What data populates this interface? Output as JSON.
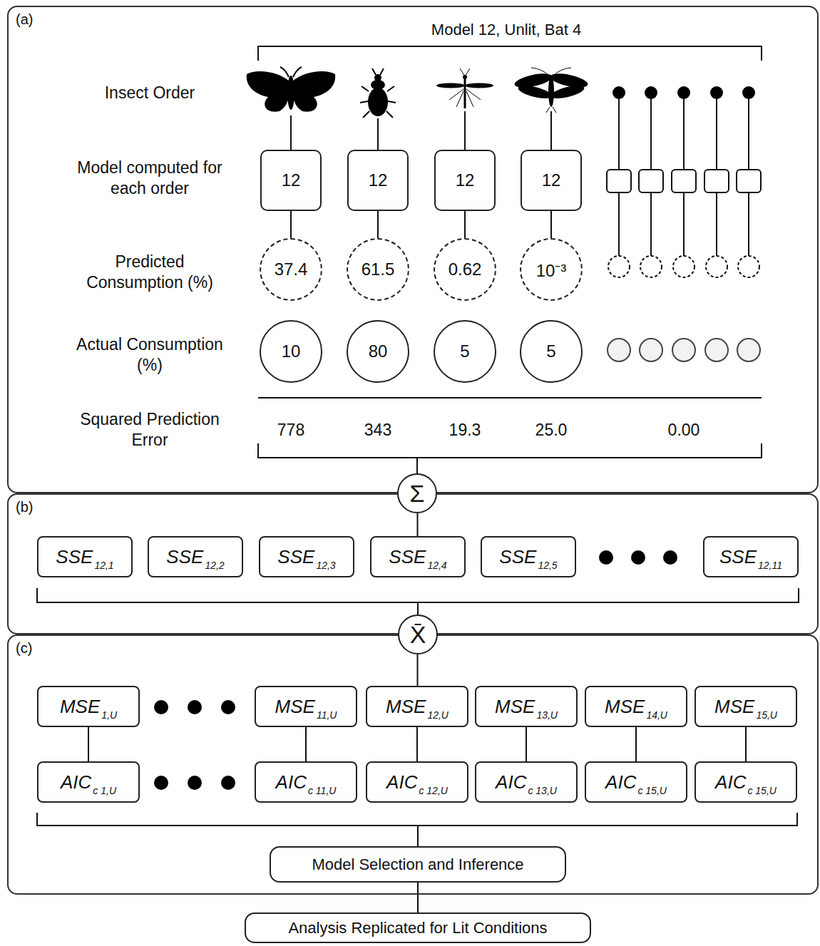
{
  "diagram": {
    "nodes": [
      {
        "text": [
          "(a)"
        ]
      },
      {
        "text": [
          "12"
        ],
        "in": 0
      },
      {
        "text": [
          "12"
        ],
        "in": 0
      },
      {
        "text": [
          "12"
        ],
        "in": 0
      },
      {
        "text": [
          "12"
        ],
        "in": 0
      },
      {
        "text": [
          "37.4"
        ],
        "in": 0
      },
      {
        "text": [
          "61.5"
        ],
        "in": 0
      },
      {
        "text": [
          "0.62"
        ],
        "in": 0
      },
      {
        "text": [
          "10⁻³"
        ],
        "in": 0
      },
      {
        "text": [
          "10"
        ],
        "in": 0
      },
      {
        "text": [
          "80"
        ],
        "in": 0
      },
      {
        "text": [
          "5"
        ],
        "in": 0
      },
      {
        "text": [
          "5"
        ],
        "in": 0
      },
      {
        "text": [
          "Σ"
        ]
      },
      {
        "text": [
          "(b)"
        ]
      },
      {
        "text": [
          "SSE",
          "12,1"
        ],
        "in": 14
      },
      {
        "text": [
          "SSE",
          "12,2"
        ],
        "in": 14
      },
      {
        "text": [
          "SSE",
          "12,3"
        ],
        "in": 14
      },
      {
        "text": [
          "SSE",
          "12,4"
        ],
        "in": 14
      },
      {
        "text": [
          "SSE",
          "12,5"
        ],
        "in": 14
      },
      {
        "text": [
          "SSE",
          "12,11"
        ],
        "in": 14
      },
      {
        "text": [
          "X̄"
        ]
      },
      {
        "text": [
          "(c)"
        ]
      },
      {
        "text": [
          "MSE",
          "1,U"
        ],
        "in": 22
      },
      {
        "text": [
          "MSE",
          "11,U"
        ],
        "in": 22
      },
      {
        "text": [
          "MSE",
          "12,U"
        ],
        "in": 22
      },
      {
        "text": [
          "MSE",
          "13,U"
        ],
        "in": 22
      },
      {
        "text": [
          "MSE",
          "14,U"
        ],
        "in": 22
      },
      {
        "text": [
          "MSE",
          "15,U"
        ],
        "in": 22
      },
      {
        "text": [
          "AIC",
          "c 1,U"
        ],
        "in": 22
      },
      {
        "text": [
          "AIC",
          "c 11,U"
        ],
        "in": 22
      },
      {
        "text": [
          "AIC",
          "c 12,U"
        ],
        "in": 22
      },
      {
        "text": [
          "AIC",
          "c 13,U"
        ],
        "in": 22
      },
      {
        "text": [
          "AIC",
          "c 15,U"
        ],
        "in": 22
      },
      {
        "text": [
          "AIC",
          "c 15,U"
        ],
        "in": 22
      },
      {
        "text": [
          "Model Selection and Inference"
        ],
        "in": 22
      },
      {
        "text": [
          "Analysis Replicated for Lit Conditions"
        ]
      }
    ],
    "edges": [
      {
        "from": 1,
        "to": 5,
        "arrow": "none"
      },
      {
        "from": 2,
        "to": 6,
        "arrow": "none"
      },
      {
        "from": 3,
        "to": 7,
        "arrow": "none"
      },
      {
        "from": 4,
        "to": 8,
        "arrow": "none"
      },
      {
        "from": 13,
        "to": 18,
        "arrow": "none"
      },
      {
        "from": 21,
        "to": 25,
        "arrow": "none"
      },
      {
        "from": 23,
        "to": 29,
        "arrow": "none"
      },
      {
        "from": 24,
        "to": 30,
        "arrow": "none"
      },
      {
        "from": 25,
        "to": 31,
        "arrow": "none"
      },
      {
        "from": 26,
        "to": 32,
        "arrow": "none"
      },
      {
        "from": 27,
        "to": 33,
        "arrow": "none"
      },
      {
        "from": 28,
        "to": 34,
        "arrow": "none"
      },
      {
        "from": 35,
        "to": 36,
        "arrow": "none"
      }
    ],
    "labels": [
      "Model 12, Unlit, Bat 4",
      "Insect Order",
      "Model computed for each order",
      "Predicted Consumption (%)",
      "Actual Consumption (%)",
      "Squared Prediction Error",
      "778",
      "343",
      "19.3",
      "25.0",
      "0.00"
    ]
  }
}
